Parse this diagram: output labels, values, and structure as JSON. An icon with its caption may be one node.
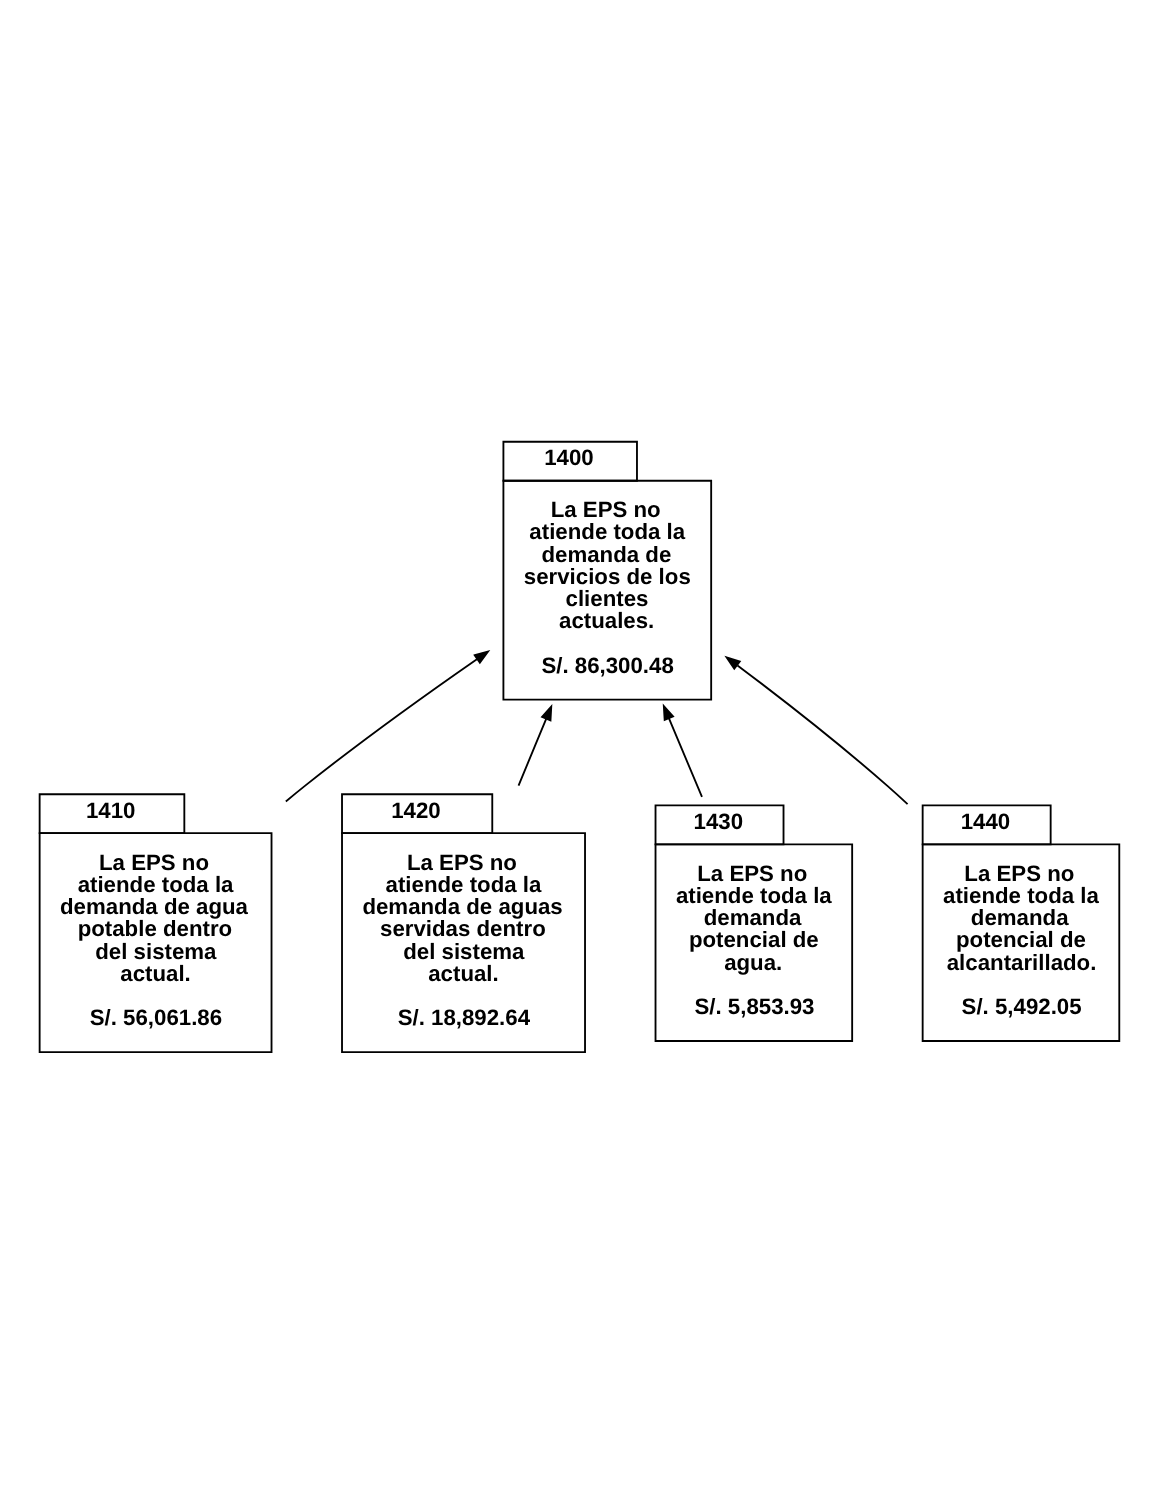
{
  "diagram": {
    "nodes": [
      {
        "text": [
          "1400",
          "La EPS no atiende toda la demanda de servicios de los clientes actuales.",
          "S/. 86,300.48"
        ]
      },
      {
        "text": [
          "1410",
          "La EPS no atiende toda la demanda de agua potable dentro del sistema actual.",
          "S/. 56,061.86"
        ]
      },
      {
        "text": [
          "1420",
          "La EPS no atiende toda la demanda de aguas servidas dentro del sistema actual.",
          "S/. 18,892.64"
        ]
      },
      {
        "text": [
          "1430",
          "La EPS no atiende toda la demanda potencial de agua.",
          "S/. 5,853.93"
        ]
      },
      {
        "text": [
          "1440",
          "La EPS no atiende toda la demanda potencial de alcantarillado.",
          "S/. 5,492.05"
        ]
      }
    ],
    "edges": [
      {
        "from": 1,
        "to": 0,
        "arrow": "to"
      },
      {
        "from": 2,
        "to": 0,
        "arrow": "to"
      },
      {
        "from": 3,
        "to": 0,
        "arrow": "to"
      },
      {
        "from": 4,
        "to": 0,
        "arrow": "to"
      }
    ]
  }
}
